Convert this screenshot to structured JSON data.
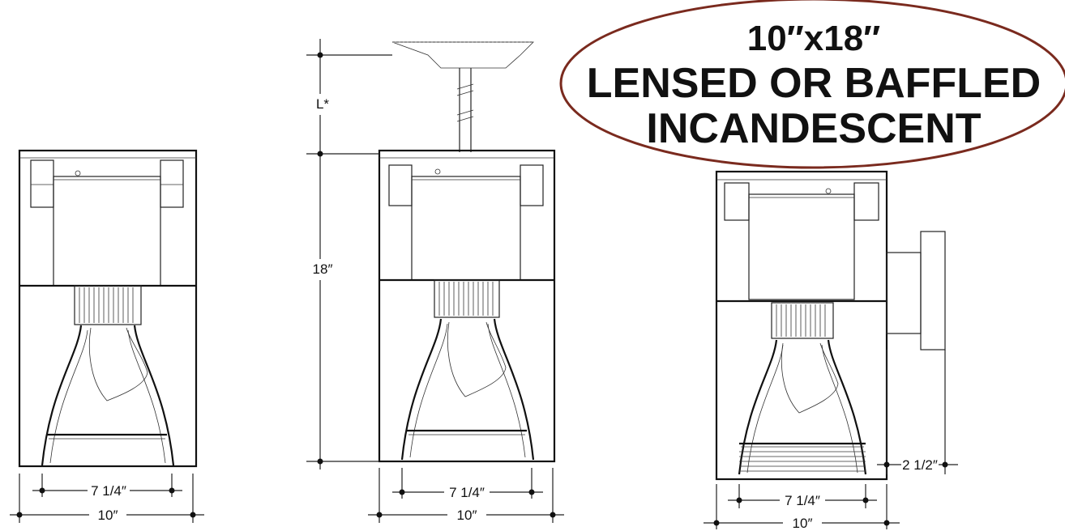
{
  "title": {
    "line1": "10″x18″",
    "line2": "LENSED OR BAFFLED",
    "line3": "INCANDESCENT",
    "ellipse_color": "#7a2a1e"
  },
  "dimensions": {
    "width": "10″",
    "reflector_width": "7 1/4″",
    "height": "18″",
    "stem_length": "L*",
    "wall_offset": "2 1/2″"
  }
}
